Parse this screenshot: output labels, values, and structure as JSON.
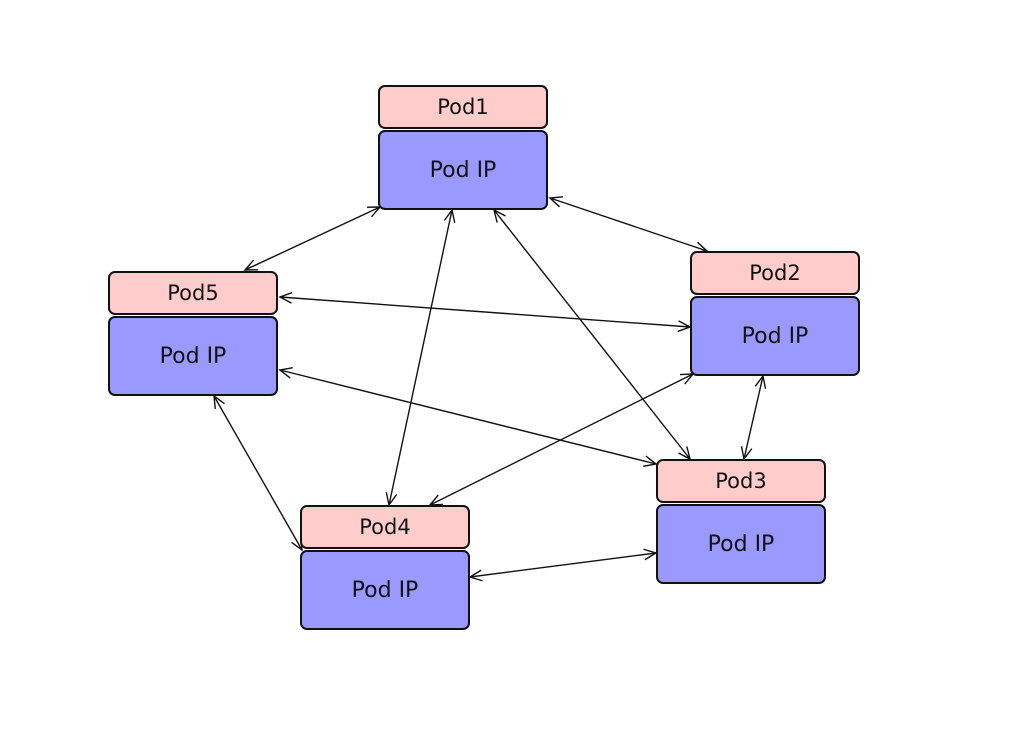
{
  "colors": {
    "pod_label_fill": "#ffcccc",
    "pod_ip_fill": "#9999ff",
    "line_color": "#111111"
  },
  "pods": [
    {
      "id": "pod1",
      "name": "Pod1",
      "ip_label": "Pod IP"
    },
    {
      "id": "pod2",
      "name": "Pod2",
      "ip_label": "Pod IP"
    },
    {
      "id": "pod3",
      "name": "Pod3",
      "ip_label": "Pod IP"
    },
    {
      "id": "pod4",
      "name": "Pod4",
      "ip_label": "Pod IP"
    },
    {
      "id": "pod5",
      "name": "Pod5",
      "ip_label": "Pod IP"
    }
  ],
  "connections": [
    {
      "from": "pod1",
      "to": "pod5",
      "bidirectional": true
    },
    {
      "from": "pod1",
      "to": "pod2",
      "bidirectional": true
    },
    {
      "from": "pod1",
      "to": "pod4",
      "bidirectional": true
    },
    {
      "from": "pod1",
      "to": "pod3",
      "bidirectional": true
    },
    {
      "from": "pod5",
      "to": "pod2",
      "bidirectional": true
    },
    {
      "from": "pod5",
      "to": "pod3",
      "bidirectional": true
    },
    {
      "from": "pod5",
      "to": "pod4",
      "bidirectional": true
    },
    {
      "from": "pod2",
      "to": "pod4",
      "bidirectional": true
    },
    {
      "from": "pod2",
      "to": "pod3",
      "bidirectional": true
    },
    {
      "from": "pod4",
      "to": "pod3",
      "bidirectional": true
    }
  ]
}
